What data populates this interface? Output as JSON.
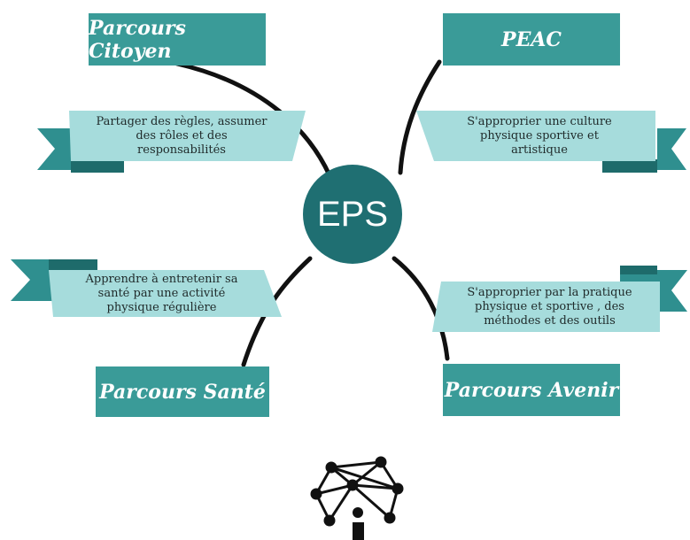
{
  "center": {
    "label": "EPS"
  },
  "parcours": {
    "citoyen": "Parcours Citoyen",
    "peac": "PEAC",
    "sante": "Parcours Santé",
    "avenir": "Parcours Avenir"
  },
  "ribbons": {
    "citoyen": "Partager des règles, assumer\ndes rôles et des\nresponsabilités",
    "peac": "S'approprier une culture\nphysique sportive et\nartistique",
    "sante": "Apprendre à entretenir sa\nsanté par une activité\nphysique régulière",
    "avenir": "S'approprier par la pratique\nphysique et sportive , des\nméthodes et des outils"
  },
  "colors": {
    "teal_dark": "#1f6f72",
    "teal_box": "#3a9b98",
    "teal_ribbon": "#a6dcdc",
    "teal_ribbon_tail": "#2f8f8f",
    "line": "#111111"
  },
  "icons": {
    "bottom_logo": "network-person-icon"
  }
}
